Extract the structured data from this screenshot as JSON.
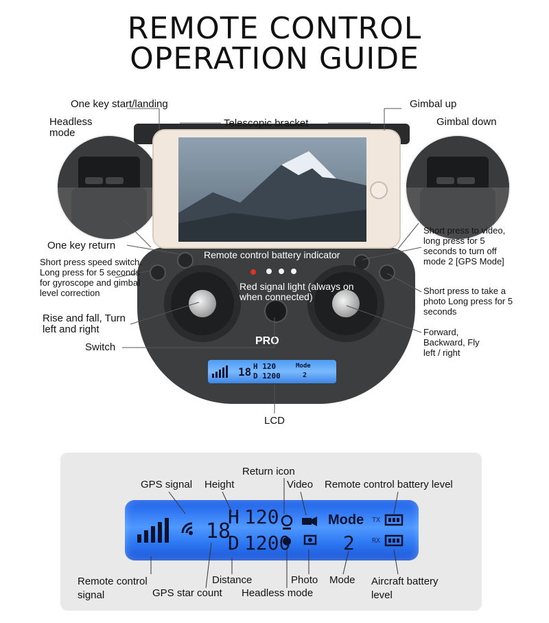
{
  "title": {
    "line1": "REMOTE CONTROL",
    "line2": "OPERATION GUIDE"
  },
  "labels": {
    "one_key_start": "One key start/landing",
    "headless_mode": "Headless mode",
    "telescopic_bracket": "Telescopic bracket",
    "gimbal_up": "Gimbal up",
    "gimbal_down": "Gimbal down",
    "one_key_return": "One key return",
    "speed_switch": "Short press speed switch, Long press for 5 seconds for gyroscope and gimbal level correction",
    "battery_indicator": "Remote control battery indicator",
    "video_press": "Short press to video, long press for 5 seconds to turn off mode 2 [GPS Mode]",
    "photo_press": "Short press to take a photo Long press for 5 seconds",
    "red_signal": "Red signal light (always on when connected)",
    "rise_fall": "Rise and fall, Turn left and right",
    "switch": "Switch",
    "forward": "Forward, Backward, Fly left / right",
    "brand": "PRO",
    "lcd": "LCD"
  },
  "lcd_small": {
    "sats": "18",
    "h": "H 120",
    "d": "D 1200",
    "mode": "Mode",
    "mode_val": "2"
  },
  "lcd_legend": {
    "return_icon": "Return icon",
    "gps_signal": "GPS signal",
    "height": "Height",
    "video": "Video",
    "rc_battery_level": "Remote control battery level",
    "rc_signal": "Remote control signal",
    "distance": "Distance",
    "gps_star_count": "GPS star count",
    "photo": "Photo",
    "headless_mode": "Headless mode",
    "mode": "Mode",
    "aircraft_battery": "Aircraft battery level"
  },
  "lcd_big": {
    "sats": "18",
    "h_letter": "H",
    "h_value": "120",
    "d_letter": "D",
    "d_value": "1200",
    "mode_label": "Mode",
    "mode_value": "2",
    "tx": "TX",
    "rx": "RX"
  },
  "colors": {
    "remote_body": "#3d3e40",
    "lcd_blue": "#2f7af3",
    "panel_bg": "#e9e9ea",
    "red_led": "#e0302a"
  }
}
